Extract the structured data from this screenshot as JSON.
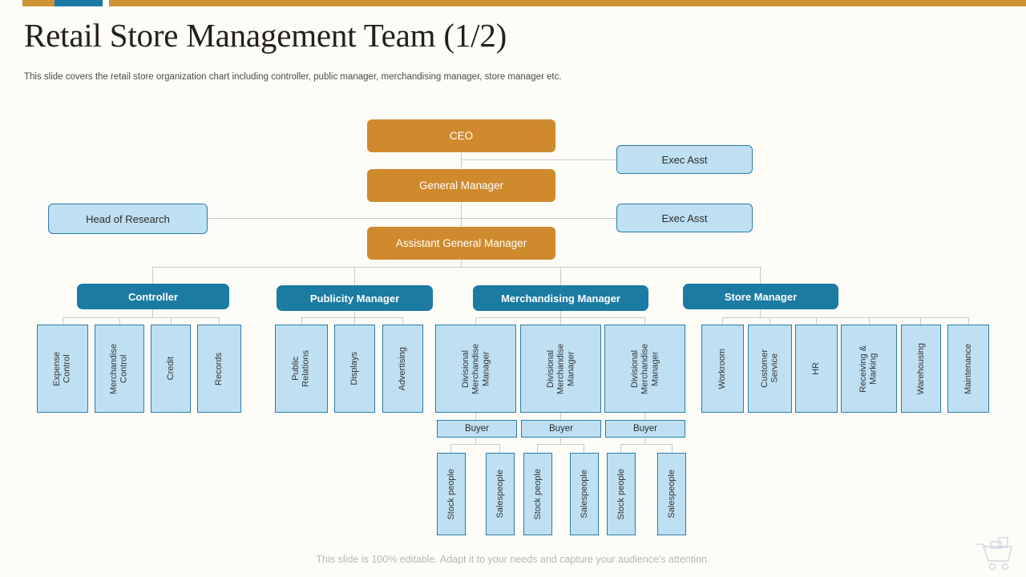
{
  "header": {
    "title": "Retail Store Management Team (1/2)",
    "subtitle": "This slide covers the retail store organization chart including  controller, public manager, merchandising manager, store manager etc."
  },
  "footer": {
    "note": "This slide is 100% editable. Adapt it to your needs and capture your audience's attention.",
    "icon": "shopping-cart-icon"
  },
  "colors": {
    "background": "#fdfcf7",
    "accent_orange": "#d08a2e",
    "accent_blue_dark": "#1b7ba3",
    "node_blue_light": "#bfe0f2",
    "node_border_blue": "#2a7ca8",
    "connector": "#c9c9c9",
    "title_text": "#231f20",
    "footer_text": "#b9b7b2"
  },
  "topbar": {
    "segments": [
      "orange",
      "blue",
      "orange"
    ]
  },
  "chart_data": {
    "type": "diagram",
    "subtype": "organization-chart",
    "title": "Retail Store Management Team (1/2)",
    "nodes": [
      {
        "id": "ceo",
        "label": "CEO",
        "style": "orange",
        "level": 0
      },
      {
        "id": "gm",
        "label": "General Manager",
        "style": "orange",
        "level": 1
      },
      {
        "id": "agm",
        "label": "Assistant General Manager",
        "style": "orange",
        "level": 2
      },
      {
        "id": "ea1",
        "label": "Exec Asst",
        "style": "blue-light",
        "level": 1
      },
      {
        "id": "ea2",
        "label": "Exec Asst",
        "style": "blue-light",
        "level": 2
      },
      {
        "id": "hor",
        "label": "Head of Research",
        "style": "blue-light",
        "level": 2
      },
      {
        "id": "ctrl",
        "label": "Controller",
        "style": "blue-dark",
        "level": 3
      },
      {
        "id": "pub",
        "label": "Publicity Manager",
        "style": "blue-dark",
        "level": 3
      },
      {
        "id": "mer",
        "label": "Merchandising Manager",
        "style": "blue-dark",
        "level": 3
      },
      {
        "id": "stm",
        "label": "Store Manager",
        "style": "blue-dark",
        "level": 3
      },
      {
        "id": "l1",
        "label": "Expense\nControl",
        "style": "leaf",
        "parent": "ctrl"
      },
      {
        "id": "l2",
        "label": "Merchandise\nControl",
        "style": "leaf",
        "parent": "ctrl"
      },
      {
        "id": "l3",
        "label": "Credit",
        "style": "leaf",
        "parent": "ctrl"
      },
      {
        "id": "l4",
        "label": "Records",
        "style": "leaf",
        "parent": "ctrl"
      },
      {
        "id": "l5",
        "label": "Public\nRelations",
        "style": "leaf",
        "parent": "pub"
      },
      {
        "id": "l6",
        "label": "Displays",
        "style": "leaf",
        "parent": "pub"
      },
      {
        "id": "l7",
        "label": "Advertising",
        "style": "leaf",
        "parent": "pub"
      },
      {
        "id": "l8",
        "label": "Divisional\nMerchandise\nManager",
        "style": "leaf",
        "parent": "mer"
      },
      {
        "id": "l9",
        "label": "Divisional\nMerchandise\nManager",
        "style": "leaf",
        "parent": "mer"
      },
      {
        "id": "l10",
        "label": "Divisional\nMerchandise\nManager",
        "style": "leaf",
        "parent": "mer"
      },
      {
        "id": "l11",
        "label": "Workroom",
        "style": "leaf",
        "parent": "stm"
      },
      {
        "id": "l12",
        "label": "Customer\nService",
        "style": "leaf",
        "parent": "stm"
      },
      {
        "id": "l13",
        "label": "HR",
        "style": "leaf",
        "parent": "stm"
      },
      {
        "id": "l14",
        "label": "Receiving &\nMarking",
        "style": "leaf",
        "parent": "stm"
      },
      {
        "id": "l15",
        "label": "Warehousing",
        "style": "leaf",
        "parent": "stm"
      },
      {
        "id": "l16",
        "label": "Maintenance",
        "style": "leaf",
        "parent": "stm"
      },
      {
        "id": "b1",
        "label": "Buyer",
        "style": "buyer",
        "parent": "l8"
      },
      {
        "id": "b2",
        "label": "Buyer",
        "style": "buyer",
        "parent": "l9"
      },
      {
        "id": "b3",
        "label": "Buyer",
        "style": "buyer",
        "parent": "l10"
      },
      {
        "id": "s1",
        "label": "Stock people",
        "style": "leaf",
        "parent": "b1"
      },
      {
        "id": "s2",
        "label": "Salespeople",
        "style": "leaf",
        "parent": "b1"
      },
      {
        "id": "s3",
        "label": "Stock people",
        "style": "leaf",
        "parent": "b2"
      },
      {
        "id": "s4",
        "label": "Salespeople",
        "style": "leaf",
        "parent": "b2"
      },
      {
        "id": "s5",
        "label": "Stock people",
        "style": "leaf",
        "parent": "b3"
      },
      {
        "id": "s6",
        "label": "Salespeople",
        "style": "leaf",
        "parent": "b3"
      }
    ],
    "edges": [
      [
        "ceo",
        "gm"
      ],
      [
        "ceo",
        "ea1"
      ],
      [
        "gm",
        "agm"
      ],
      [
        "gm",
        "ea2"
      ],
      [
        "gm",
        "hor"
      ],
      [
        "agm",
        "ctrl"
      ],
      [
        "agm",
        "pub"
      ],
      [
        "agm",
        "mer"
      ],
      [
        "agm",
        "stm"
      ],
      [
        "ctrl",
        "l1"
      ],
      [
        "ctrl",
        "l2"
      ],
      [
        "ctrl",
        "l3"
      ],
      [
        "ctrl",
        "l4"
      ],
      [
        "pub",
        "l5"
      ],
      [
        "pub",
        "l6"
      ],
      [
        "pub",
        "l7"
      ],
      [
        "mer",
        "l8"
      ],
      [
        "mer",
        "l9"
      ],
      [
        "mer",
        "l10"
      ],
      [
        "stm",
        "l11"
      ],
      [
        "stm",
        "l12"
      ],
      [
        "stm",
        "l13"
      ],
      [
        "stm",
        "l14"
      ],
      [
        "stm",
        "l15"
      ],
      [
        "stm",
        "l16"
      ],
      [
        "l8",
        "b1"
      ],
      [
        "l9",
        "b2"
      ],
      [
        "l10",
        "b3"
      ],
      [
        "b1",
        "s1"
      ],
      [
        "b1",
        "s2"
      ],
      [
        "b2",
        "s3"
      ],
      [
        "b2",
        "s4"
      ],
      [
        "b3",
        "s5"
      ],
      [
        "b3",
        "s6"
      ]
    ]
  }
}
